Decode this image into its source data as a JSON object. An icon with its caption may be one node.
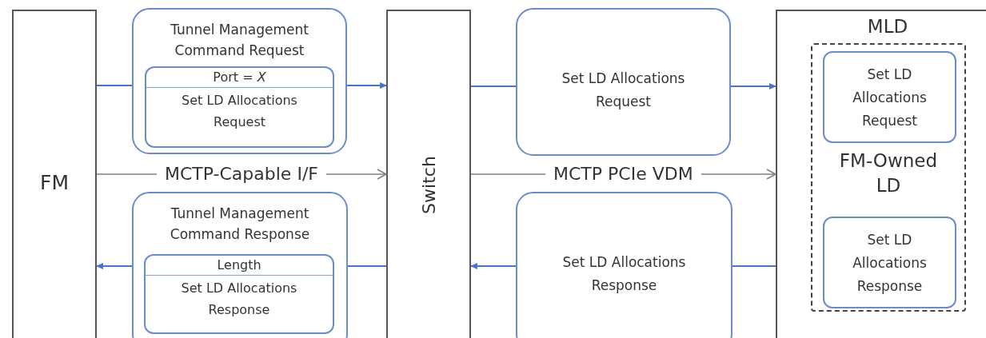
{
  "diagram": {
    "nodes": [
      {
        "text": [
          "FM"
        ]
      },
      {
        "text": [
          "Tunnel Management Command Request"
        ]
      },
      {
        "text": [
          "Port = *X*",
          "Set LD Allocations Request"
        ],
        "in": 1
      },
      {
        "text": [
          "Tunnel Management Command Response"
        ]
      },
      {
        "text": [
          "Length",
          "Set LD Allocations Response"
        ],
        "in": 3
      },
      {
        "text": [
          "Switch"
        ]
      },
      {
        "text": [
          "Set LD Allocations Request"
        ]
      },
      {
        "text": [
          "Set LD Allocations Response"
        ]
      },
      {
        "text": [
          "MLD"
        ]
      },
      {
        "text": [
          "FM-Owned LD"
        ],
        "in": 8
      },
      {
        "text": [
          "Set LD Allocations Request"
        ],
        "in": 9
      },
      {
        "text": [
          "Set LD Allocations Response"
        ],
        "in": 9
      }
    ],
    "edges": [
      {
        "from": 0,
        "to": 1,
        "arrow": "none"
      },
      {
        "from": 1,
        "to": 5,
        "arrow": "to"
      },
      {
        "from": 5,
        "to": 3,
        "arrow": "none"
      },
      {
        "from": 3,
        "to": 0,
        "arrow": "to"
      },
      {
        "from": 0,
        "to": 5,
        "arrow": "to",
        "label": "MCTP-Capable I/F",
        "color": "#808080"
      },
      {
        "from": 5,
        "to": 6,
        "arrow": "none"
      },
      {
        "from": 6,
        "to": 8,
        "arrow": "to"
      },
      {
        "from": 8,
        "to": 7,
        "arrow": "none"
      },
      {
        "from": 7,
        "to": 5,
        "arrow": "to"
      },
      {
        "from": 5,
        "to": 8,
        "arrow": "to",
        "label": "MCTP PCIe VDM",
        "color": "#808080"
      }
    ]
  }
}
